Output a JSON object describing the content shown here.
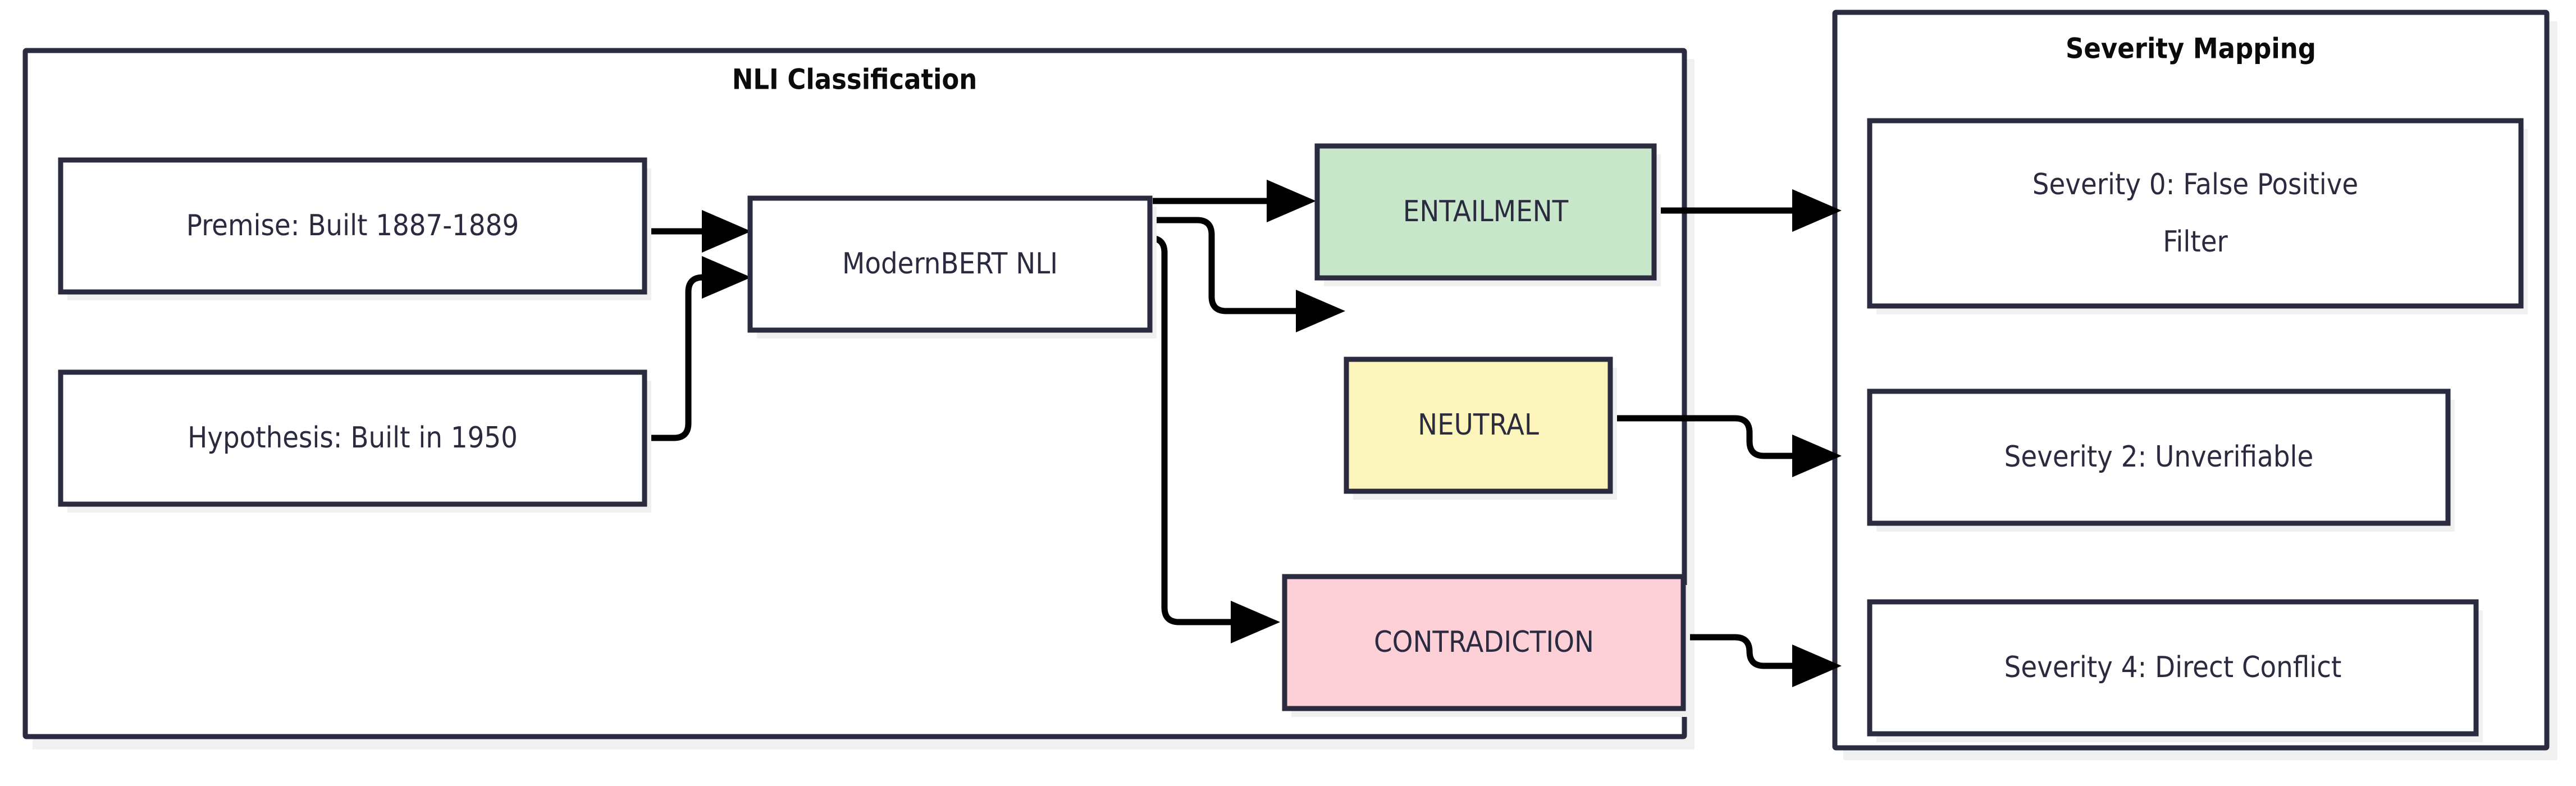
{
  "diagram": {
    "type": "flowchart",
    "title": "NLI Classification to Severity Mapping",
    "colors": {
      "border": "#2b2b40",
      "text": "#2b2b40",
      "edge": "#000000",
      "shadow": "#f0f0f0",
      "background": "#ffffff",
      "entailment_fill": "#c8e6c9",
      "neutral_fill": "#fbf5bb",
      "contradiction_fill": "#fdd0d8",
      "default_fill": "#ffffff"
    },
    "clusters": [
      {
        "id": "nli",
        "title": "NLI Classification"
      },
      {
        "id": "severity",
        "title": "Severity Mapping"
      }
    ],
    "nodes": {
      "premise": {
        "label": "Premise: Built 1887-1889",
        "fill": "#ffffff"
      },
      "hypothesis": {
        "label": "Hypothesis: Built in 1950",
        "fill": "#ffffff"
      },
      "model": {
        "label": "ModernBERT NLI",
        "fill": "#ffffff"
      },
      "entailment": {
        "label": "ENTAILMENT",
        "fill": "#c8e6c9"
      },
      "neutral": {
        "label": "NEUTRAL",
        "fill": "#fbf5bb"
      },
      "contradiction": {
        "label": "CONTRADICTION",
        "fill": "#fdd0d8"
      },
      "sev0_line1": {
        "label": "Severity 0: False Positive",
        "fill": "#ffffff"
      },
      "sev0_line2": {
        "label": "Filter",
        "fill": "#ffffff"
      },
      "sev2": {
        "label": "Severity 2: Unverifiable",
        "fill": "#ffffff"
      },
      "sev4": {
        "label": "Severity 4: Direct Conflict",
        "fill": "#ffffff"
      }
    },
    "edges": [
      {
        "from": "premise",
        "to": "model"
      },
      {
        "from": "hypothesis",
        "to": "model"
      },
      {
        "from": "model",
        "to": "entailment"
      },
      {
        "from": "model",
        "to": "neutral"
      },
      {
        "from": "model",
        "to": "contradiction"
      },
      {
        "from": "entailment",
        "to": "sev0"
      },
      {
        "from": "neutral",
        "to": "sev2"
      },
      {
        "from": "contradiction",
        "to": "sev4"
      }
    ]
  }
}
